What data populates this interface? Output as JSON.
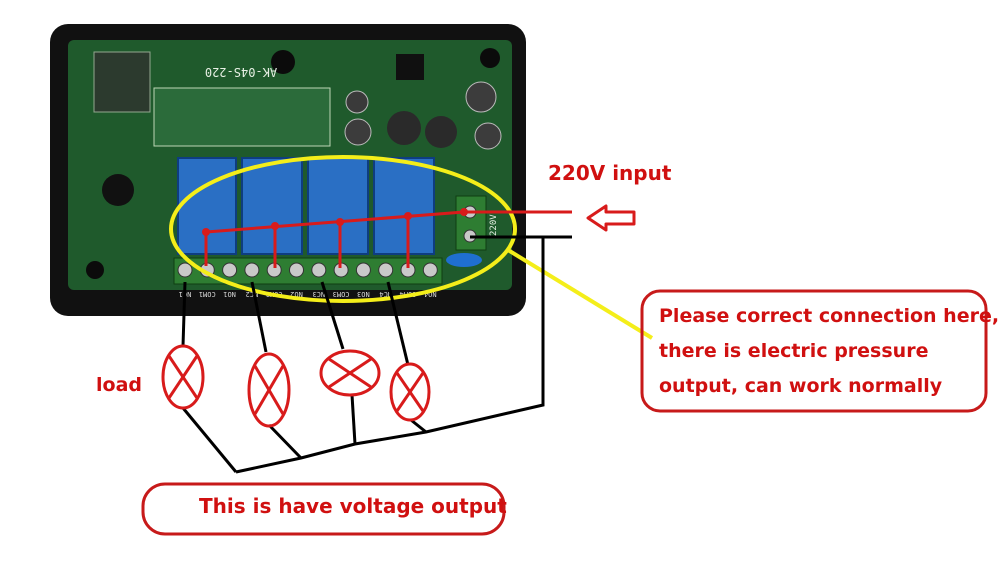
{
  "labels": {
    "input": "220V input",
    "load": "load",
    "callout_line1": "Please correct connection here,",
    "callout_line2": "there is electric pressure",
    "callout_line3": "output, can work normally",
    "voltage_output": "This is have voltage output"
  },
  "board": {
    "model": "AK-04S-220",
    "terminals": [
      "NC1",
      "COM1",
      "NO1",
      "NC2",
      "COM2",
      "NO2",
      "NC3",
      "COM3",
      "NO3",
      "NC4",
      "COM4",
      "NO4"
    ],
    "input_terminal": "220V"
  },
  "colors": {
    "annotation_red": "#d01010",
    "pcb_green": "#1f5a2c",
    "relay_blue": "#2a6fc4",
    "highlight_yellow": "#f4ee1a",
    "wire_black": "#000000"
  }
}
